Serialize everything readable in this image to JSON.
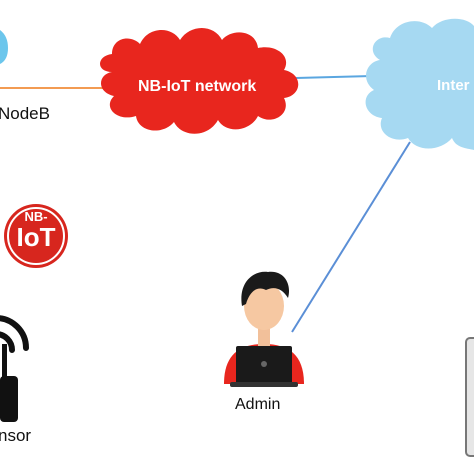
{
  "nodes": {
    "enodeb_label": "NodeB",
    "nbiot_network_label": "NB-IoT network",
    "internet_label": "Inter",
    "admin_label": "Admin",
    "sensor_label": "nsor"
  },
  "logo": {
    "text_line1": "NB-",
    "text_line2": "IoT"
  },
  "colors": {
    "nbiot_cloud": "#e8261e",
    "internet_cloud": "#a6d9f2",
    "enodeb_link": "#f39b52",
    "cloud_link": "#5aa6e0",
    "admin_link": "#5b8fd6",
    "logo_red": "#d7261e"
  },
  "icons": [
    "enodeb-icon",
    "nbiot-logo-icon",
    "wifi-icon",
    "sensor-icon",
    "admin-person-icon",
    "laptop-icon",
    "device-icon"
  ]
}
